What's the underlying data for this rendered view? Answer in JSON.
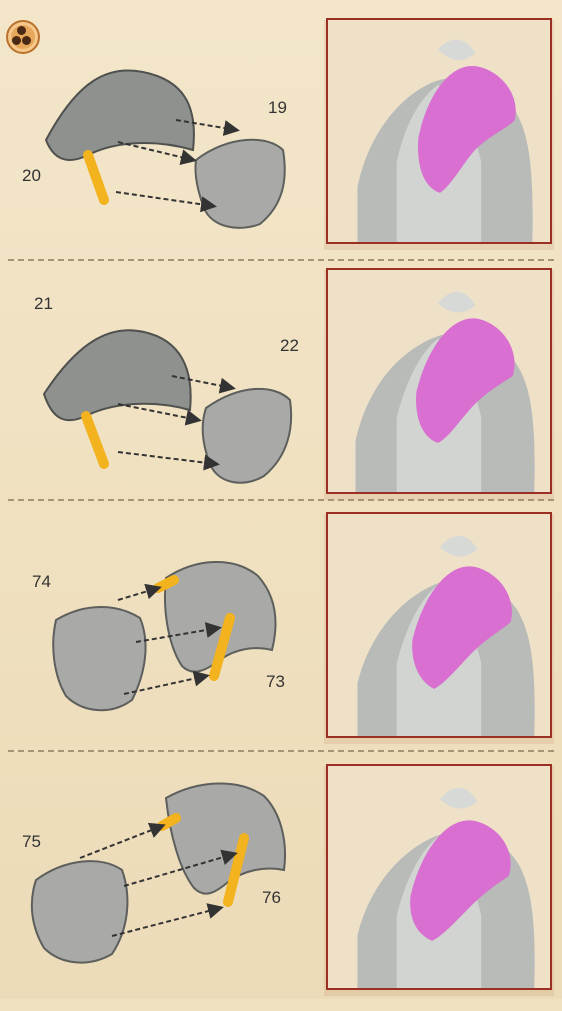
{
  "page": {
    "step_labels": [
      {
        "left_number": "20",
        "right_number": "19"
      },
      {
        "left_number": "21",
        "right_number": "22"
      },
      {
        "left_number": "74",
        "right_number": "73"
      },
      {
        "left_number": "75",
        "right_number": "76"
      }
    ]
  },
  "icons": {
    "badge": "tri-circle-badge-icon",
    "arrow": "dashed-arrow-icon"
  },
  "colors": {
    "background": "#efe0c0",
    "frame": "#9b2f24",
    "accent_yellow": "#f2b31e",
    "accent_pink": "#d86fd1",
    "gray_part": "#a9aaa7",
    "dark_gray": "#6e706e"
  }
}
